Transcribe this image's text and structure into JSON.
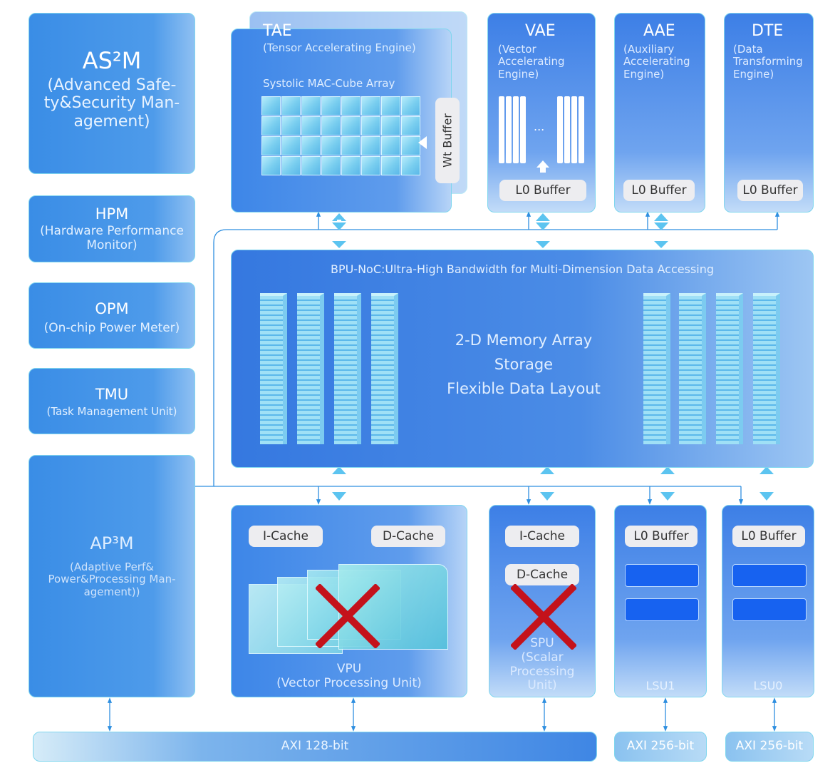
{
  "modules": {
    "as2m": {
      "title": "AS²M",
      "subtitle": "(Advanced Safe-ty&Security Man-agement)"
    },
    "hpm": {
      "title": "HPM",
      "subtitle": "(Hardware Performance Monitor)"
    },
    "opm": {
      "title": "OPM",
      "subtitle": "(On-chip Power Meter)"
    },
    "tmu": {
      "title": "TMU",
      "subtitle": "(Task Management Unit)"
    },
    "ap3m": {
      "title": "AP³M",
      "subtitle": "(Adaptive Perf& Power&Processing Man-agement))"
    }
  },
  "engines": {
    "tae": {
      "title": "TAE",
      "subtitle": "(Tensor Accelerating Engine)",
      "array_label": "Systolic MAC-Cube Array",
      "buffer": "Wt Buffer"
    },
    "vae": {
      "title": "VAE",
      "subtitle": "(Vector Accelerating Engine)",
      "ellipsis": "...",
      "buffer": "L0 Buffer"
    },
    "aae": {
      "title": "AAE",
      "subtitle": "(Auxiliary Accelerating Engine)",
      "buffer": "L0 Buffer"
    },
    "dte": {
      "title": "DTE",
      "subtitle": "(Data Transforming Engine)",
      "buffer": "L0 Buffer"
    }
  },
  "noc": {
    "title": "BPU-NoC:Ultra-High Bandwidth for Multi-Dimension  Data Accessing",
    "lines": [
      "2-D Memory Array",
      "Storage",
      "Flexible Data Layout"
    ]
  },
  "units": {
    "vpu": {
      "icache": "I-Cache",
      "dcache": "D-Cache",
      "title": "VPU",
      "subtitle": "(Vector Processing Unit)"
    },
    "spu": {
      "icache": "I-Cache",
      "dcache": "D-Cache",
      "title": "SPU",
      "subtitle": "(Scalar Processing Unit)"
    },
    "lsu1": {
      "buffer": "L0 Buffer",
      "title": "LSU1"
    },
    "lsu0": {
      "buffer": "L0 Buffer",
      "title": "LSU0"
    }
  },
  "axi": {
    "main": "AXI 128-bit",
    "lsu1": "AXI 256-bit",
    "lsu0": "AXI 256-bit"
  },
  "colors": {
    "cross": "#c4121b",
    "accent": "#3d86e8",
    "outline": "#7fd6ee"
  }
}
